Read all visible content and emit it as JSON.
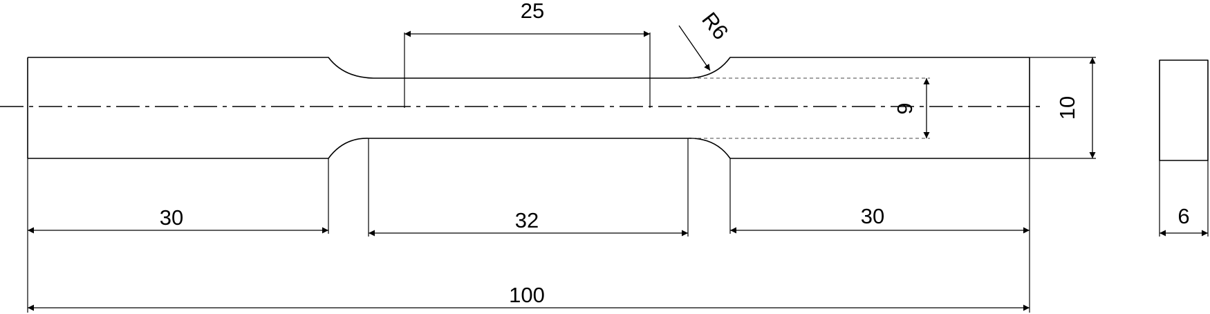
{
  "labels": {
    "gauge_length": "25",
    "fillet_radius": "R6",
    "section_width": "6",
    "overall_height": "10",
    "left_grip_length": "30",
    "reduced_length": "32",
    "right_grip_length": "30",
    "overall_length": "100",
    "thickness": "6"
  }
}
